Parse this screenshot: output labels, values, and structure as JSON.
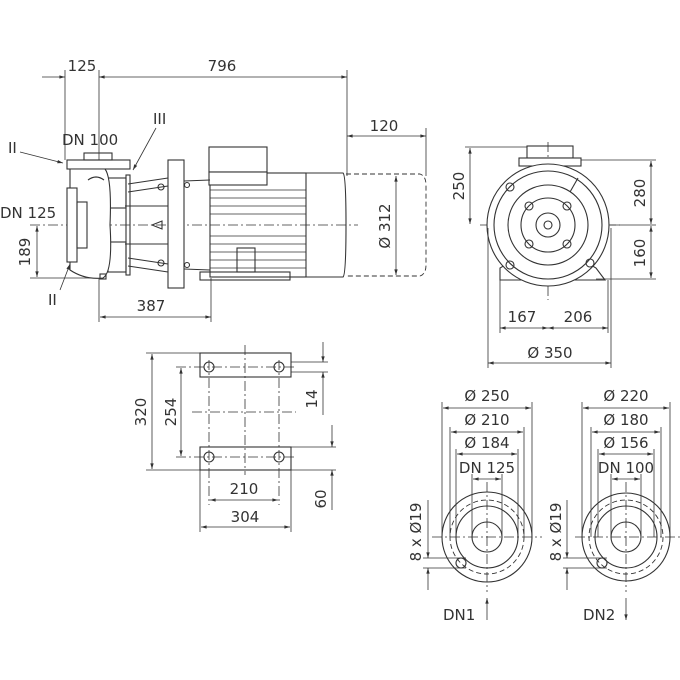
{
  "side_view": {
    "dim_125": "125",
    "dim_796": "796",
    "dim_120": "120",
    "dim_312": "Ø 312",
    "dim_189": "189",
    "dim_387": "387",
    "label_dn100": "DN 100",
    "label_dn125": "DN 125",
    "label_ii_top": "II",
    "label_ii_bottom": "II",
    "label_iii": "III"
  },
  "end_view": {
    "dim_250": "250",
    "dim_280": "280",
    "dim_160": "160",
    "dim_167": "167",
    "dim_206": "206",
    "dim_350": "Ø 350"
  },
  "foot_plan": {
    "dim_320": "320",
    "dim_254": "254",
    "dim_14": "14",
    "dim_60": "60",
    "dim_210": "210",
    "dim_304": "304"
  },
  "flange_dn1": {
    "d_outer": "Ø 250",
    "d_bolt": "Ø 210",
    "d_seal": "Ø 184",
    "dn": "DN 125",
    "holes": "8 x Ø19",
    "label": "DN1"
  },
  "flange_dn2": {
    "d_outer": "Ø 220",
    "d_bolt": "Ø 180",
    "d_seal": "Ø 156",
    "dn": "DN 100",
    "holes": "8 x Ø19",
    "label": "DN2"
  }
}
